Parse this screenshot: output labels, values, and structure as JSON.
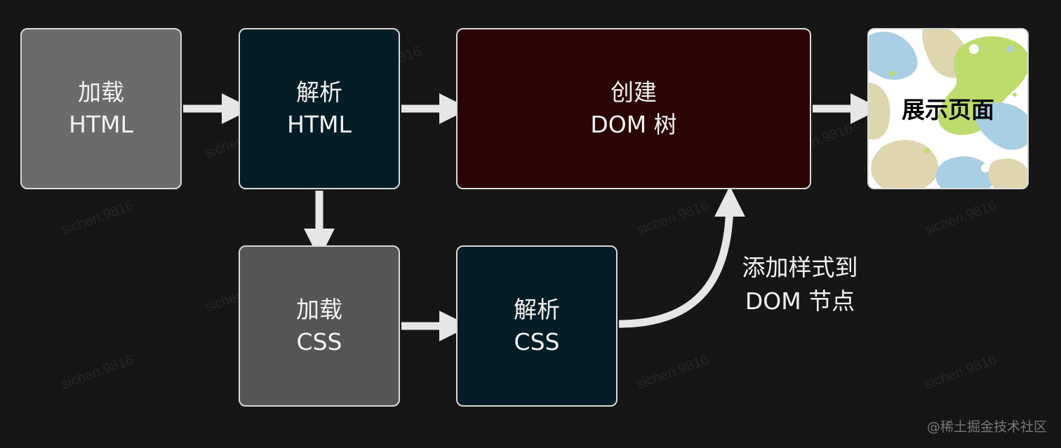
{
  "nodes": {
    "load_html": {
      "line1": "加载",
      "line2": "HTML"
    },
    "parse_html": {
      "line1": "解析",
      "line2": "HTML"
    },
    "create_dom": {
      "line1": "创建",
      "line2": "DOM 树"
    },
    "display_page": {
      "label": "展示页面"
    },
    "load_css": {
      "line1": "加载",
      "line2": "CSS"
    },
    "parse_css": {
      "line1": "解析",
      "line2": "CSS"
    }
  },
  "annotation": {
    "line1": "添加样式到",
    "line2": "DOM 节点"
  },
  "watermark": {
    "text": "sichen.9816"
  },
  "credit": "@稀土掘金技术社区",
  "colors": {
    "background": "#161616",
    "gray_box": "#6b6b6b",
    "gray_box_dark": "#555555",
    "teal_box": "#041d26",
    "maroon_box": "#2b0504",
    "arrow": "#e6e6e6"
  }
}
